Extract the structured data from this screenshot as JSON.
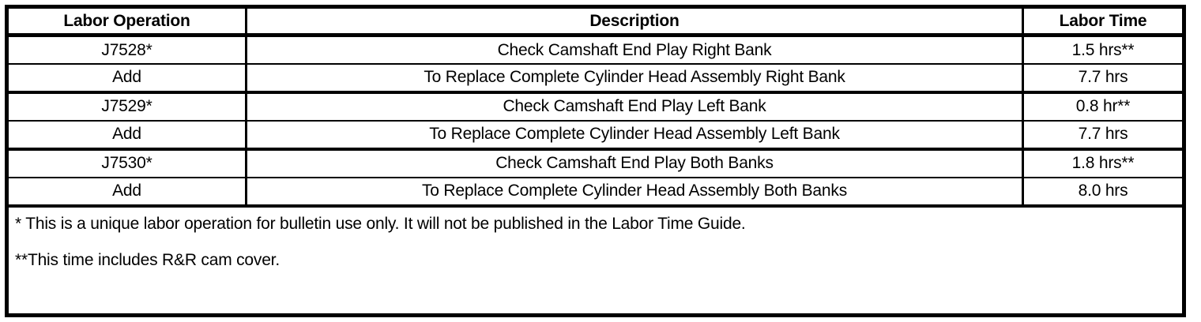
{
  "table": {
    "columns": [
      {
        "key": "operation",
        "label": "Labor Operation"
      },
      {
        "key": "description",
        "label": "Description"
      },
      {
        "key": "time",
        "label": "Labor Time"
      }
    ],
    "rows": [
      {
        "operation": "J7528*",
        "description": "Check Camshaft End Play Right Bank",
        "time": "1.5 hrs**"
      },
      {
        "operation": "Add",
        "description": "To Replace Complete Cylinder Head Assembly Right Bank",
        "time": "7.7 hrs"
      },
      {
        "operation": "J7529*",
        "description": "Check Camshaft End Play Left Bank",
        "time": "0.8 hr**"
      },
      {
        "operation": "Add",
        "description": "To Replace Complete Cylinder Head Assembly Left Bank",
        "time": "7.7 hrs"
      },
      {
        "operation": "J7530*",
        "description": "Check Camshaft End Play Both Banks",
        "time": "1.8 hrs**"
      },
      {
        "operation": "Add",
        "description": "To Replace Complete Cylinder Head Assembly Both Banks",
        "time": "8.0 hrs"
      }
    ],
    "footnotes": [
      "* This is a unique labor operation for bulletin use only. It will not be published in the Labor Time Guide.",
      "**This time includes R&R cam cover."
    ]
  },
  "colors": {
    "border": "#000000",
    "text": "#000000",
    "background": "#ffffff"
  }
}
